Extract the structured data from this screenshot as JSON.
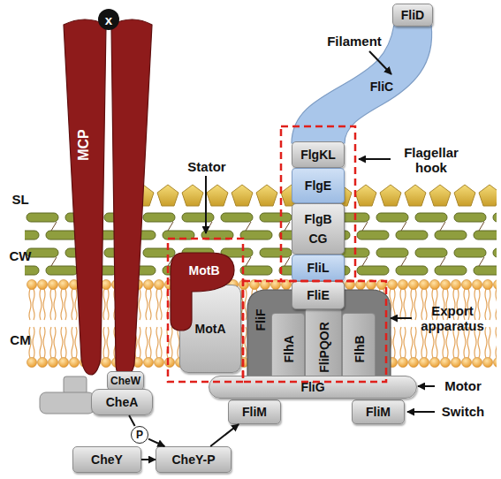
{
  "diagram": {
    "nodes": [
      {
        "text": [
          "FliD"
        ]
      },
      {
        "text": [
          "FliC"
        ]
      },
      {
        "text": [
          "FlgKL"
        ]
      },
      {
        "text": [
          "FlgE"
        ]
      },
      {
        "text": [
          "MCP"
        ]
      },
      {
        "text": [
          "x"
        ],
        "in": 4
      },
      {
        "text": [
          "FlgB CG"
        ]
      },
      {
        "text": [
          "FliL"
        ]
      },
      {
        "text": [
          "MotB"
        ]
      },
      {
        "text": [
          "FliE"
        ]
      },
      {
        "text": [
          "FliF"
        ]
      },
      {
        "text": [
          "FlhA"
        ],
        "in": 10
      },
      {
        "text": [
          "FliPQOR"
        ],
        "in": 10
      },
      {
        "text": [
          "FlhB"
        ],
        "in": 10
      },
      {
        "text": [
          "MotA"
        ]
      },
      {
        "text": [
          "CheW"
        ]
      },
      {
        "text": [
          "CheA"
        ]
      },
      {
        "text": [
          "FliG"
        ]
      },
      {
        "text": [
          "FliM"
        ]
      },
      {
        "text": [
          "FliM"
        ]
      },
      {
        "text": [
          "P"
        ]
      },
      {
        "text": [
          "CheY"
        ]
      },
      {
        "text": [
          "CheY-P"
        ]
      }
    ],
    "edges": [
      {
        "from": 16,
        "to": 20,
        "arrow": "none"
      },
      {
        "from": 20,
        "to": 22,
        "arrow": "to"
      },
      {
        "from": 21,
        "to": 22,
        "arrow": "to"
      },
      {
        "from": 22,
        "to": 18,
        "arrow": "to"
      }
    ],
    "labels": [
      "Filament",
      "Flagellar hook",
      "Stator",
      "SL",
      "CW",
      "CM",
      "Export apparatus",
      "Motor",
      "Switch"
    ]
  }
}
